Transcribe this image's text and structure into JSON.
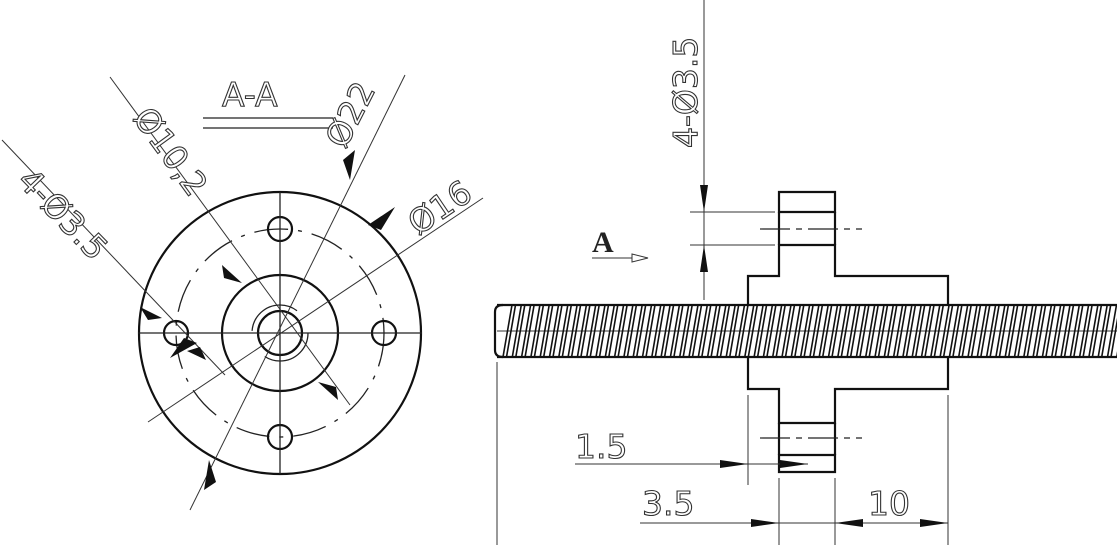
{
  "section_label": "A-A",
  "view_marker": "A",
  "dimensions": {
    "outer_diameter": "Ø22",
    "body_diameter": "Ø16",
    "bore_diameter": "Ø10,2",
    "holes_front": "4-Ø3.5",
    "holes_side": "4-Ø3.5",
    "chamfer": "1.5",
    "flange_thickness": "3.5",
    "body_length": "10"
  }
}
